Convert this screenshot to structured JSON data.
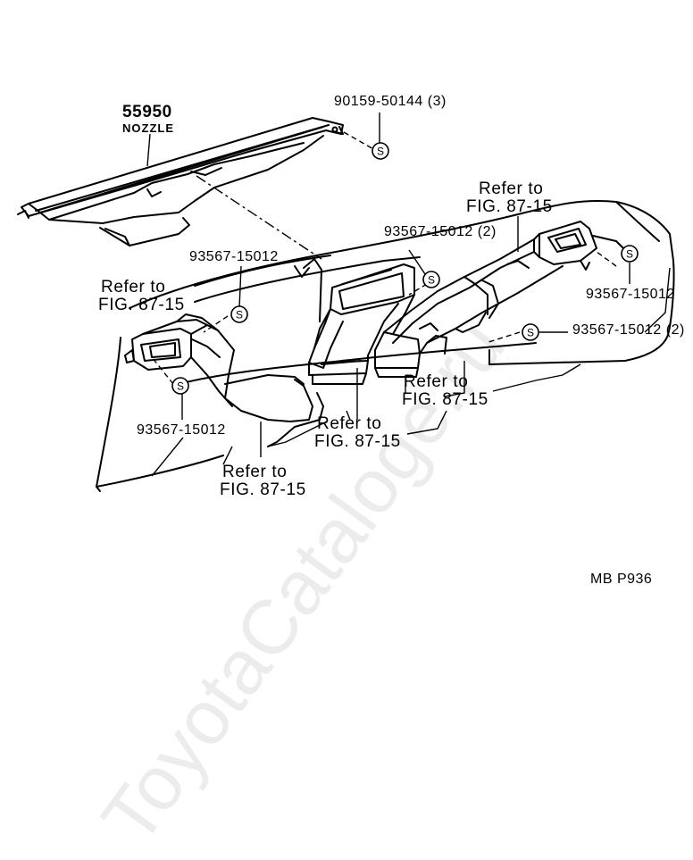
{
  "part_main": {
    "number": "55950",
    "name": "NOZZLE"
  },
  "labels": {
    "bolt_90159": "90159-50144 (3)",
    "screw_top_center": "93567-15012 (2)",
    "screw_left_upper": "93567-15012",
    "screw_right_upper": "93567-15012",
    "screw_right_lower": "93567-15012 (2)",
    "screw_left_lower": "93567-15012",
    "refer_top_right_1": "Refer to",
    "refer_top_right_2": "FIG. 87-15",
    "refer_left_1": "Refer to",
    "refer_left_2": "FIG. 87-15",
    "refer_mid_right_1": "Refer to",
    "refer_mid_right_2": "FIG. 87-15",
    "refer_center_1": "Refer to",
    "refer_center_2": "FIG. 87-15",
    "refer_bottom_1": "Refer to",
    "refer_bottom_2": "FIG. 87-15",
    "screw_symbol": "S"
  },
  "figure_code": "MB  P936",
  "watermark": "ToyotaCataloge.ru"
}
